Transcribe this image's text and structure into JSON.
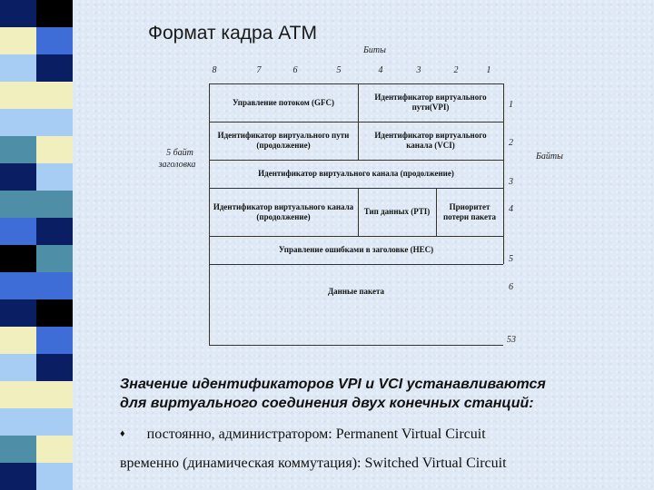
{
  "slide": {
    "title": "Формат кадра ATM",
    "bits_label": "Биты",
    "bit_numbers": [
      "8",
      "7",
      "6",
      "5",
      "4",
      "3",
      "2",
      "1"
    ],
    "bytes_label": "Байты",
    "header_label_line1": "5 байт",
    "header_label_line2": "заголовка",
    "byte_numbers": [
      "1",
      "2",
      "3",
      "4",
      "5",
      "6",
      "53"
    ]
  },
  "frame": {
    "row1": {
      "gfc": "Управление потоком (GFC)",
      "vpi": "Идентификатор виртуального пути(VPI)"
    },
    "row2": {
      "vpi_cont": "Идентификатор виртуального пути (продолжение)",
      "vci": "Идентификатор виртуального канала (VCI)"
    },
    "row3": {
      "vci_cont": "Идентификатор виртуального канала (продолжение)"
    },
    "row4": {
      "vci_cont": "Идентификатор виртуального канала (продолжение)",
      "pti": "Тип данных (PTI)",
      "clp": "Приоритет потери пакета"
    },
    "row5": {
      "hec": "Управление ошибками в заголовке (HEC)"
    },
    "payload": "Данные пакета"
  },
  "caption": {
    "line1": "Значение идентификаторов VPI и VCI устанавливаются",
    "line2": "для виртуального соединения двух конечных станций:"
  },
  "bullets": {
    "marker": "♦",
    "item1": "постоянно, администратором: Permanent Virtual Circuit",
    "item2": "временно (динамическая коммутация): Switched Virtual Circuit"
  },
  "colors": {
    "background": "#dfe9f5",
    "strip_dark": "#0a1f63",
    "strip_blue": "#3e6dd8",
    "strip_light": "#a8cdf5",
    "strip_teal": "#4e8ea6",
    "strip_yellow": "#f1efbe",
    "strip_black": "#000000"
  }
}
